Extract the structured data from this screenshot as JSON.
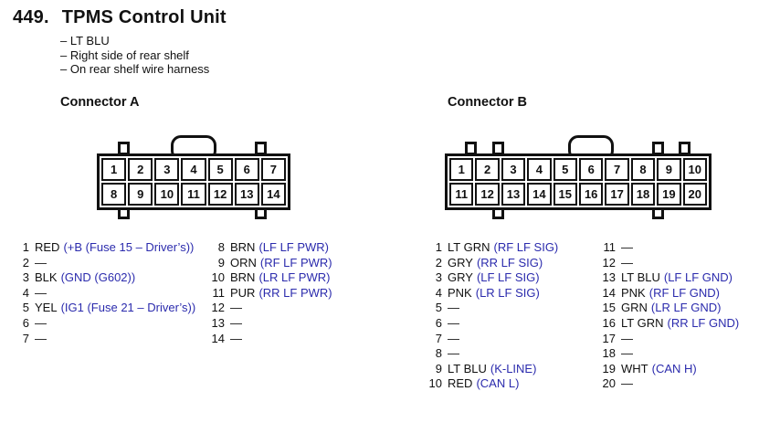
{
  "page": {
    "section_number": "449.",
    "title": "TPMS Control Unit",
    "notes": [
      "– LT BLU",
      "– Right side of rear shelf",
      "– On rear shelf wire harness"
    ]
  },
  "colors": {
    "signal_blue": "#2b2bad",
    "ink": "#111111"
  },
  "connector_a": {
    "heading": "Connector A",
    "cells": [
      "1",
      "2",
      "3",
      "4",
      "5",
      "6",
      "7",
      "8",
      "9",
      "10",
      "11",
      "12",
      "13",
      "14"
    ],
    "pins_left": [
      {
        "num": "1",
        "wire": "RED",
        "signal": "(+B (Fuse 15 – Driver’s))"
      },
      {
        "num": "2",
        "wire": "—",
        "signal": ""
      },
      {
        "num": "3",
        "wire": "BLK",
        "signal": "(GND (G602))"
      },
      {
        "num": "4",
        "wire": "—",
        "signal": ""
      },
      {
        "num": "5",
        "wire": "YEL",
        "signal": "(IG1 (Fuse 21 – Driver’s))"
      },
      {
        "num": "6",
        "wire": "—",
        "signal": ""
      },
      {
        "num": "7",
        "wire": "—",
        "signal": ""
      }
    ],
    "pins_right": [
      {
        "num": "8",
        "wire": "BRN",
        "signal": "(LF LF PWR)"
      },
      {
        "num": "9",
        "wire": "ORN",
        "signal": "(RF LF PWR)"
      },
      {
        "num": "10",
        "wire": "BRN",
        "signal": "(LR LF PWR)"
      },
      {
        "num": "11",
        "wire": "PUR",
        "signal": "(RR LF PWR)"
      },
      {
        "num": "12",
        "wire": "—",
        "signal": ""
      },
      {
        "num": "13",
        "wire": "—",
        "signal": ""
      },
      {
        "num": "14",
        "wire": "—",
        "signal": ""
      }
    ]
  },
  "connector_b": {
    "heading": "Connector B",
    "cells": [
      "1",
      "2",
      "3",
      "4",
      "5",
      "6",
      "7",
      "8",
      "9",
      "10",
      "11",
      "12",
      "13",
      "14",
      "15",
      "16",
      "17",
      "18",
      "19",
      "20"
    ],
    "pins_left": [
      {
        "num": "1",
        "wire": "LT GRN",
        "signal": "(RF LF SIG)"
      },
      {
        "num": "2",
        "wire": "GRY",
        "signal": "(RR LF SIG)"
      },
      {
        "num": "3",
        "wire": "GRY",
        "signal": "(LF LF SIG)"
      },
      {
        "num": "4",
        "wire": "PNK",
        "signal": "(LR LF SIG)"
      },
      {
        "num": "5",
        "wire": "—",
        "signal": ""
      },
      {
        "num": "6",
        "wire": "—",
        "signal": ""
      },
      {
        "num": "7",
        "wire": "—",
        "signal": ""
      },
      {
        "num": "8",
        "wire": "—",
        "signal": ""
      },
      {
        "num": "9",
        "wire": "LT BLU",
        "signal": "(K-LINE)"
      },
      {
        "num": "10",
        "wire": "RED",
        "signal": "(CAN L)"
      }
    ],
    "pins_right": [
      {
        "num": "11",
        "wire": "—",
        "signal": ""
      },
      {
        "num": "12",
        "wire": "—",
        "signal": ""
      },
      {
        "num": "13",
        "wire": "LT BLU",
        "signal": "(LF LF GND)"
      },
      {
        "num": "14",
        "wire": "PNK",
        "signal": "(RF LF GND)"
      },
      {
        "num": "15",
        "wire": "GRN",
        "signal": "(LR LF GND)"
      },
      {
        "num": "16",
        "wire": "LT GRN",
        "signal": "(RR LF GND)"
      },
      {
        "num": "17",
        "wire": "—",
        "signal": ""
      },
      {
        "num": "18",
        "wire": "—",
        "signal": ""
      },
      {
        "num": "19",
        "wire": "WHT",
        "signal": "(CAN H)"
      },
      {
        "num": "20",
        "wire": "—",
        "signal": ""
      }
    ]
  }
}
